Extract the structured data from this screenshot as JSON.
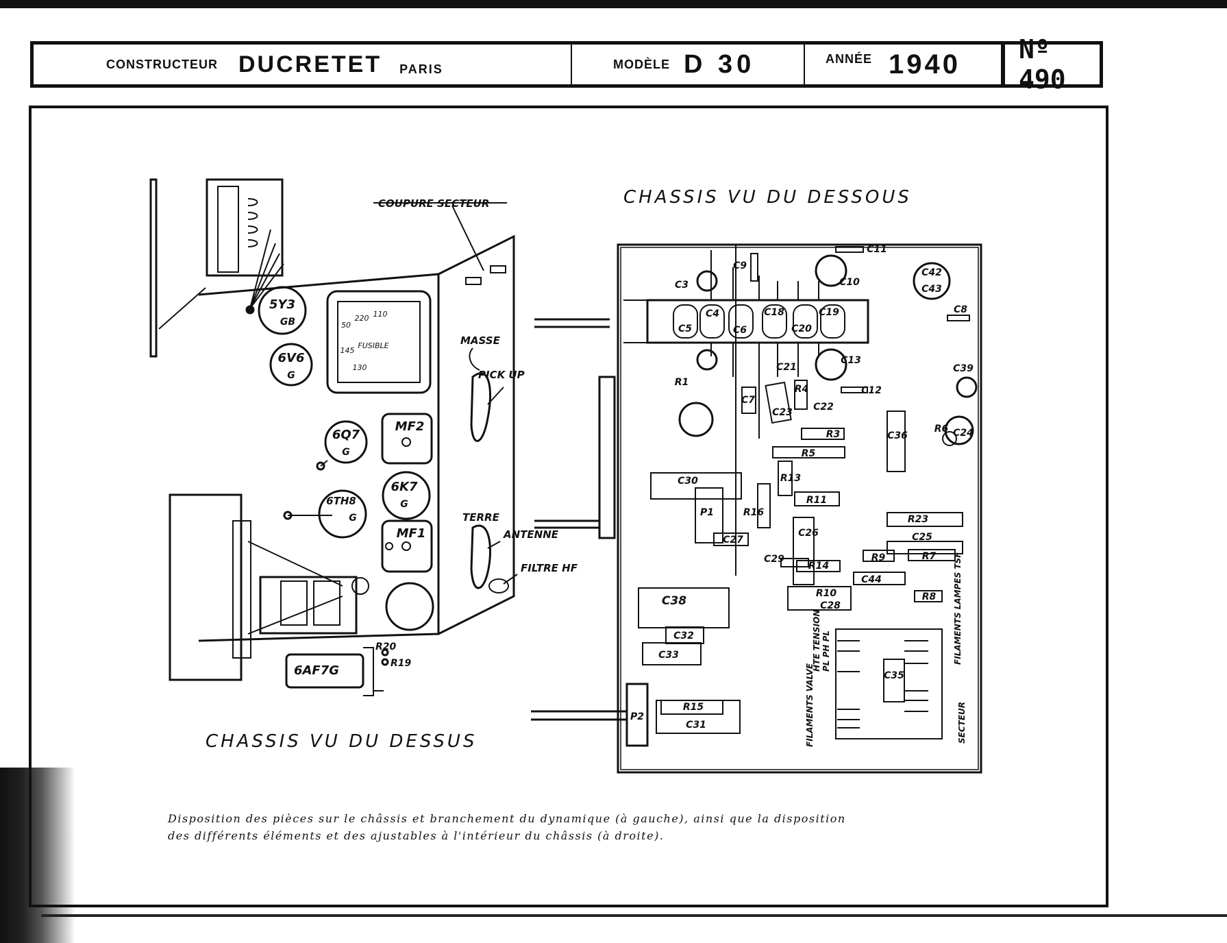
{
  "header": {
    "constructeur_label": "CONSTRUCTEUR",
    "constructeur_value": "DUCRETET",
    "city": "PARIS",
    "modele_label": "MODÈLE",
    "modele_value": "D 30",
    "annee_label": "ANNÉE",
    "annee_value": "1940",
    "number_value": "Nº 490"
  },
  "left_view": {
    "title": "CHASSIS VU DU DESSUS",
    "tubes": [
      "5Y3",
      "GB",
      "6V6",
      "G",
      "6Q7",
      "G",
      "6K7",
      "G",
      "6TH8",
      "G",
      "6AF7G"
    ],
    "transformers": [
      "MF2",
      "MF1"
    ],
    "callouts": [
      "COUPURE SECTEUR",
      "MASSE",
      "PICK UP",
      "TERRE",
      "ANTENNE",
      "FILTRE HF"
    ],
    "dial_marks": [
      "50",
      "220",
      "110",
      "145",
      "130",
      "FUSIBLE"
    ],
    "resistors": [
      "R20",
      "R19"
    ]
  },
  "right_view": {
    "title": "CHASSIS VU DU DESSOUS",
    "labels": {
      "c11": "C11",
      "c10": "C10",
      "c9": "C9",
      "c3": "C3",
      "c4": "C4",
      "c5": "C5",
      "c6": "C6",
      "c18": "C18",
      "c20": "C20",
      "c19": "C19",
      "c13": "C13",
      "c12": "C12",
      "c42": "C42",
      "c43": "C43",
      "c8": "C8",
      "c39": "C39",
      "r1": "R1",
      "c7": "C7",
      "c21": "C21",
      "r4": "R4",
      "c22": "C22",
      "c23": "C23",
      "r3": "R3",
      "c36": "C36",
      "r6": "R6",
      "c24": "C24",
      "r5": "R5",
      "r13": "R13",
      "c30": "C30",
      "r11": "R11",
      "r23": "R23",
      "p1": "P1",
      "r16": "R16",
      "c27": "C27",
      "c26": "C26",
      "c25": "C25",
      "c29": "C29",
      "r9": "R9",
      "r7": "R7",
      "r14": "R14",
      "c44": "C44",
      "r10": "R10",
      "c28": "C28",
      "r8": "R8",
      "c38": "C38",
      "c32": "C32",
      "c33": "C33",
      "c35": "C35",
      "p2": "P2",
      "r15": "R15",
      "c31": "C31",
      "hte_tension": "HTE TENSION",
      "pl_ph_pl": "PL PH PL",
      "filaments_valve": "FILAMENTS VALVE",
      "filaments_lampes": "FILAMENTS LAMPES TSF",
      "secteur": "SECTEUR"
    }
  },
  "caption": {
    "line1": "Disposition des pièces sur le châssis et branchement du dynamique (à gauche), ainsi que la disposition",
    "line2": "des différents éléments et des ajustables à l'intérieur du châssis (à droite)."
  }
}
